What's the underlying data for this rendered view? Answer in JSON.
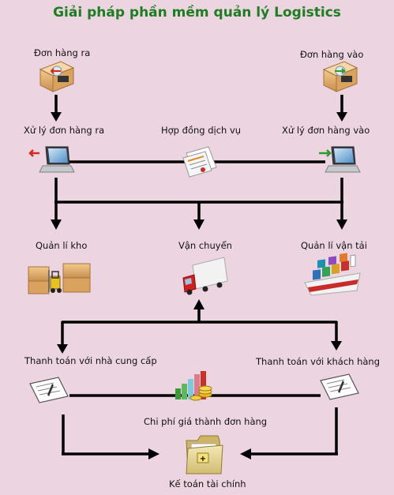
{
  "title": "Giải pháp phần mềm quản lý Logistics",
  "nodes": {
    "outbound_order": "Đơn hàng ra",
    "inbound_order": "Đơn hàng vào",
    "process_outbound": "Xử lý đơn hàng ra",
    "service_contract": "Hợp đồng dịch vụ",
    "process_inbound": "Xử lý đơn hàng vào",
    "warehouse": "Quản lí kho",
    "shipping": "Vận chuyển",
    "transport": "Quản lí vận tải",
    "pay_supplier": "Thanh toán với nhà cung cấp",
    "pay_customer": "Thanh toán với khách hàng",
    "order_cost": "Chi phí giá thành đơn hàng",
    "accounting": "Kế toán tài chính"
  },
  "colors": {
    "background": "#ecd4e1",
    "title": "#1d7d21",
    "arrow": "#000000"
  }
}
